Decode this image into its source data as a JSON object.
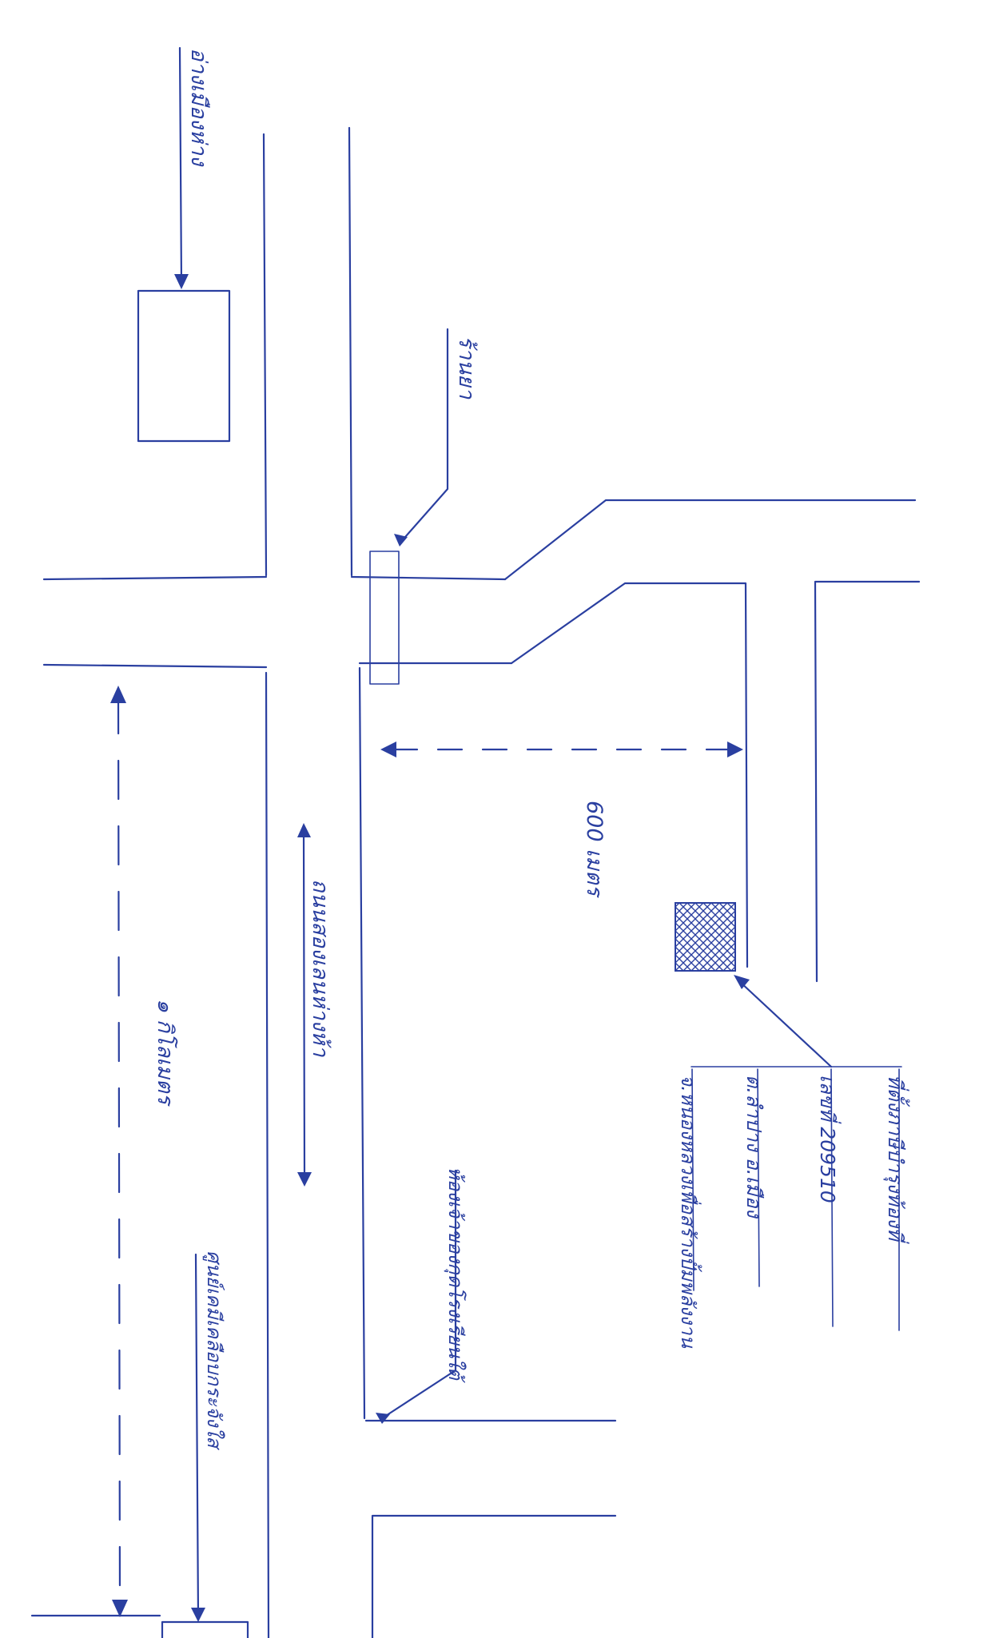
{
  "labels": {
    "wat_pa": "อ่างเมืองห่าง",
    "pharmacy": "ร้านยา",
    "distance_upper": "600 เมตร",
    "road_side": "ถนนสองเลนห่างห้า",
    "distance_lower": "๑ กิโลเมตร",
    "school": "ห้องเจ้าของกุดโรงเรียนใต้",
    "center": "ศูนย์เคมีเคลือบกระจังใส",
    "address": [
      "ที่ตั้งภาษีบำรุงท้องที่",
      "เลขที่ 209510",
      "ต.ลำปาง อ.เมือง",
      "จ.หนองหลวงเพื่อสร้างปั้มพลังงาน"
    ]
  },
  "colors": {
    "ink": "#2a3fa0",
    "paper": "#ffffff"
  }
}
